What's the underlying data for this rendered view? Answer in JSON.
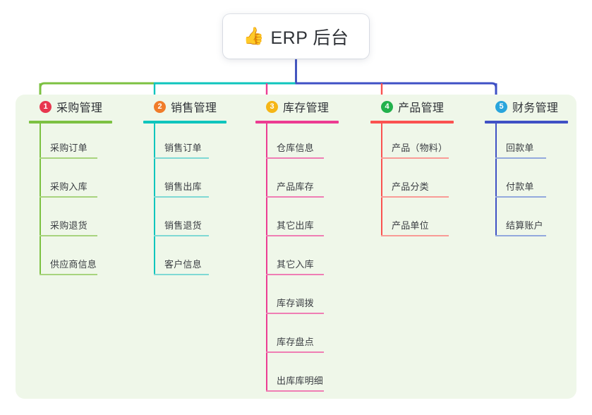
{
  "root": {
    "icon": "thumbs-up-icon",
    "emoji": "👍",
    "title": "ERP 后台"
  },
  "theme": {
    "panel_bg": "#eff7e9",
    "page_bg": "#ffffff",
    "trunk_color": "#4456c0",
    "text_color": "#2f3237"
  },
  "branches": [
    {
      "number": "1",
      "title": "采购管理",
      "badge_color": "#e8374f",
      "line_color": "#7cc142",
      "leaf_color": "#a8d47e",
      "width": 130,
      "head_rule_width": 118,
      "leaf_rule_width": 82,
      "items": [
        "采购订单",
        "采购入库",
        "采购退货",
        "供应商信息"
      ]
    },
    {
      "number": "2",
      "title": "销售管理",
      "badge_color": "#f07c2a",
      "line_color": "#0fc5bd",
      "leaf_color": "#7fd9d4",
      "width": 130,
      "head_rule_width": 118,
      "leaf_rule_width": 78,
      "items": [
        "销售订单",
        "销售出库",
        "销售退货",
        "客户信息"
      ]
    },
    {
      "number": "3",
      "title": "库存管理",
      "badge_color": "#f5b617",
      "line_color": "#ec3c92",
      "leaf_color": "#ef7eb4",
      "width": 130,
      "head_rule_width": 118,
      "leaf_rule_width": 82,
      "items": [
        "仓库信息",
        "产品库存",
        "其它出库",
        "其它入库",
        "库存调拨",
        "库存盘点",
        "出库库明细"
      ]
    },
    {
      "number": "4",
      "title": "产品管理",
      "badge_color": "#22b14c",
      "line_color": "#fa5250",
      "leaf_color": "#f99b96",
      "width": 130,
      "head_rule_width": 118,
      "leaf_rule_width": 96,
      "items": [
        "产品（物料）",
        "产品分类",
        "产品单位"
      ]
    },
    {
      "number": "5",
      "title": "财务管理",
      "badge_color": "#29a5dc",
      "line_color": "#3f51c5",
      "leaf_color": "#93a9dd",
      "width": 125,
      "head_rule_width": 118,
      "leaf_rule_width": 72,
      "items": [
        "回款单",
        "付款单",
        "结算账户"
      ]
    }
  ]
}
